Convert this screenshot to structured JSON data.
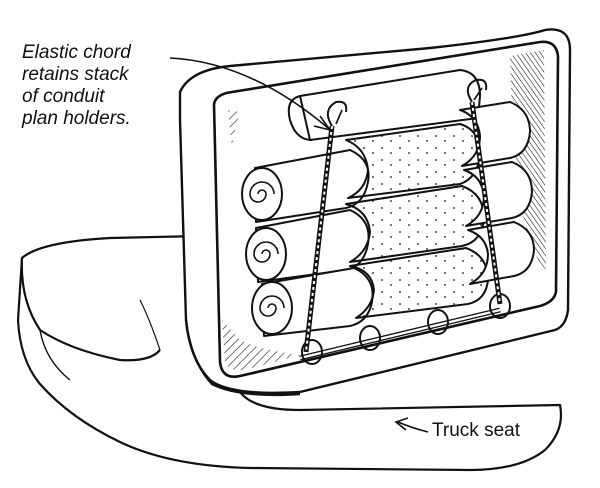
{
  "callouts": {
    "elastic_cord": {
      "lines": [
        "Elastic chord",
        "retains stack",
        "of conduit",
        "plan holders."
      ]
    },
    "truck_seat": {
      "text": "Truck seat"
    }
  },
  "colors": {
    "ink": "#111111",
    "paper": "#ffffff"
  }
}
